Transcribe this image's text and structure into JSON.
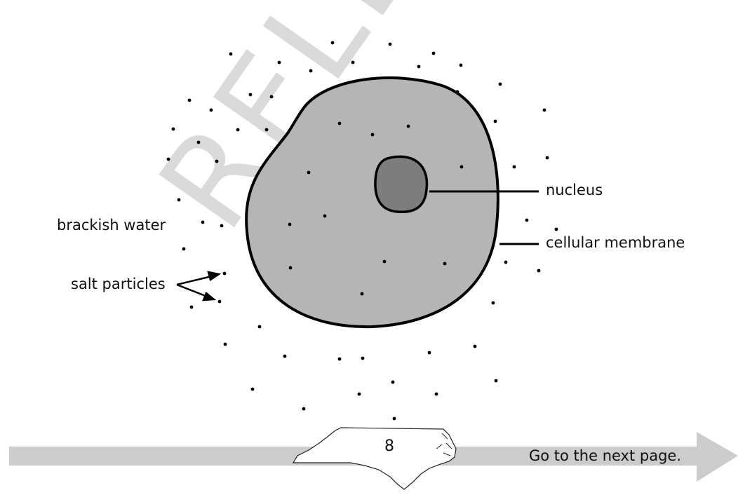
{
  "watermark": "RELEASED",
  "labels": {
    "nucleus": "nucleus",
    "membrane": "cellular membrane",
    "water": "brackish water",
    "salt": "salt particles"
  },
  "footer": {
    "page_number": "8",
    "next_page": "Go to the next page."
  },
  "colors": {
    "cell_fill": "#b5b5b5",
    "nucleus_fill": "#7d7d7d",
    "outline": "#000000",
    "footer_arrow": "#cccccc",
    "state_shape": "#ffffff"
  }
}
